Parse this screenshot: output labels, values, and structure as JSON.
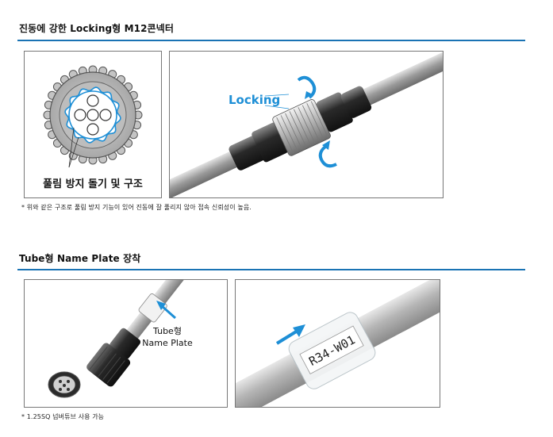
{
  "section1": {
    "title": "진동에 강한 Locking형 M12콘넥터",
    "crosssection_label": "풀림 방지 돌기 및 구조",
    "locking_label": "Locking",
    "footnote": "* 위와 같은 구조로 풀림 방지 기능이 있어 진동에 잘 풀리지 않아 접속 신뢰성이 높음."
  },
  "section2": {
    "title": "Tube형 Name Plate 장착",
    "callout_line1": "Tube형",
    "callout_line2": "Name Plate",
    "plate_text": "R34-W01",
    "footnote": "* 1.25SQ 넘버튜브 사용 가능"
  },
  "colors": {
    "accent_blue": "#1a73b4",
    "arrow_blue": "#1e8fd6"
  }
}
